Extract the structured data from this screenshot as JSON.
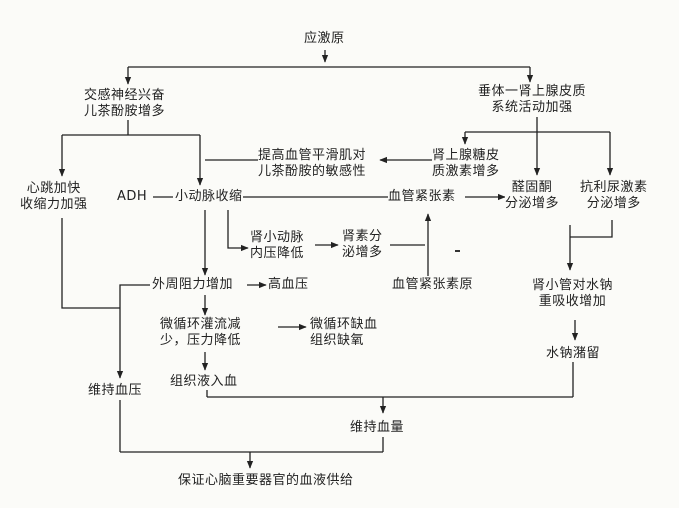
{
  "nodes": {
    "stress": "应激原",
    "symp_1": "交感神经兴奋",
    "symp_2": "儿茶酚胺增多",
    "pituitary_1": "垂体一肾上腺皮质",
    "pituitary_2": "系统活动加强",
    "sens_1": "提高血管平滑肌对",
    "sens_2": "儿茶酚胺的敏感性",
    "gluco_1": "肾上腺糖皮",
    "gluco_2": "质激素增多",
    "heart_1": "心跳加快",
    "heart_2": "收缩力加强",
    "adh": "ADH",
    "arteriole": "小动脉收缩",
    "vasoconstrict": "血管紧张素",
    "aldo_1": "醛固酮",
    "aldo_2": "分泌增多",
    "adh_hormone_1": "抗利尿激素",
    "adh_hormone_2": "分泌增多",
    "renal_1": "肾小动脉",
    "renal_2": "内压降低",
    "renin_1": "肾素分",
    "renin_2": "泌增多",
    "angiotensinogen": "血管紧张素原",
    "resistance": "外周阻力增加",
    "hypertension": "高血压",
    "tubule_1": "肾小管对水钠",
    "tubule_2": "重吸收增加",
    "micro_1": "微循环灌流减",
    "micro_2": "少，压力降低",
    "ischemia_1": "微循环缺血",
    "ischemia_2": "组织缺氧",
    "retention": "水钠潴留",
    "fluid": "组织液入血",
    "maintain_bp": "维持血压",
    "maintain_vol": "维持血量",
    "ensure": "保证心脑重要器官的血液供给"
  }
}
